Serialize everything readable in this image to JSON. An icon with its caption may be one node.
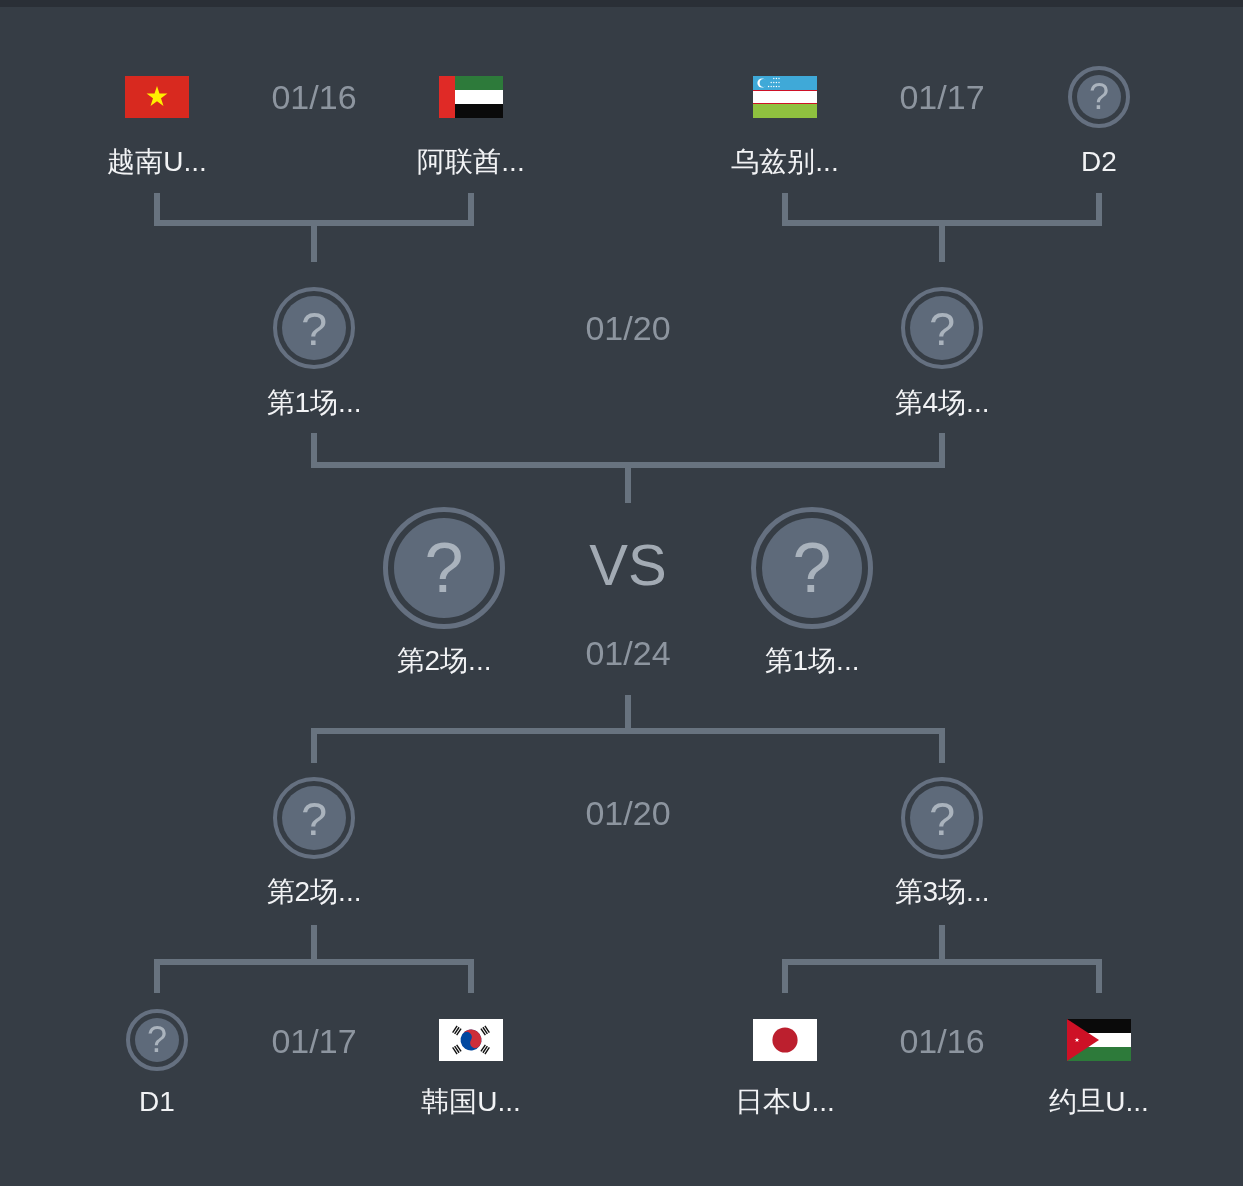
{
  "diagram": {
    "nodes": [
      {
        "text": [
          "越南U..."
        ]
      },
      {
        "text": [
          "阿联酋..."
        ]
      },
      {
        "text": [
          "乌兹别..."
        ]
      },
      {
        "text": [
          "?",
          "D2"
        ]
      },
      {
        "text": [
          "?",
          "第1场..."
        ]
      },
      {
        "text": [
          "?",
          "第4场..."
        ]
      },
      {
        "text": [
          "?",
          "第2场..."
        ]
      },
      {
        "text": [
          "?",
          "第1场..."
        ]
      },
      {
        "text": [
          "?",
          "第2场..."
        ]
      },
      {
        "text": [
          "?",
          "第3场..."
        ]
      },
      {
        "text": [
          "?",
          "D1"
        ]
      },
      {
        "text": [
          "韩国U..."
        ]
      },
      {
        "text": [
          "日本U..."
        ]
      },
      {
        "text": [
          "约旦U..."
        ]
      }
    ],
    "edges": [
      {
        "from": 0,
        "to": 4,
        "arrow": "none"
      },
      {
        "from": 1,
        "to": 4,
        "arrow": "none"
      },
      {
        "from": 2,
        "to": 5,
        "arrow": "none"
      },
      {
        "from": 3,
        "to": 5,
        "arrow": "none"
      },
      {
        "from": 4,
        "to": null,
        "arrow": "none"
      },
      {
        "from": 5,
        "to": null,
        "arrow": "none"
      },
      {
        "from": 8,
        "to": null,
        "arrow": "none"
      },
      {
        "from": 9,
        "to": null,
        "arrow": "none"
      },
      {
        "from": 10,
        "to": 8,
        "arrow": "none"
      },
      {
        "from": 11,
        "to": 8,
        "arrow": "none"
      },
      {
        "from": 12,
        "to": 9,
        "arrow": "none"
      },
      {
        "from": 13,
        "to": 9,
        "arrow": "none"
      }
    ],
    "labels": [
      "01/16",
      "01/17",
      "01/20",
      "VS",
      "01/24",
      "01/20",
      "01/17",
      "01/16"
    ]
  }
}
